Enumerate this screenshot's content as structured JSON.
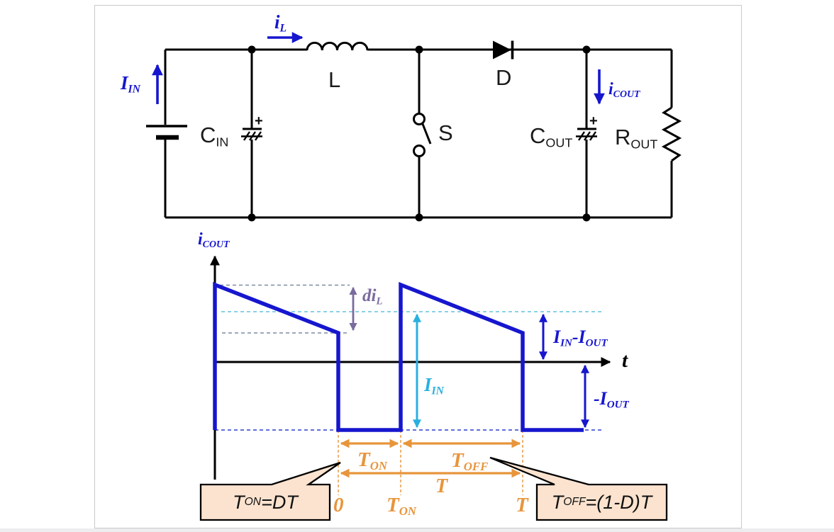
{
  "colors": {
    "accent_blue": "#1616cf",
    "cyan": "#29b0e0",
    "purple": "#7b6b9e",
    "orange": "#e8953c",
    "callout_fill": "#fbe3cf",
    "dashed_gray_blue": "#7d8ba1",
    "frame_border": "#c9c9c9",
    "wire_black": "#000000"
  },
  "circuit": {
    "source_current": [
      "I",
      "IN"
    ],
    "inductor_current": [
      "i",
      "L"
    ],
    "input_cap": [
      "C",
      "IN"
    ],
    "input_cap_polarity": "+",
    "inductor": "L",
    "switch": "S",
    "diode": "D",
    "output_cap_current": [
      "i",
      "COUT"
    ],
    "output_cap": [
      "C",
      "OUT"
    ],
    "output_cap_polarity": "+",
    "load": [
      "R",
      "OUT"
    ]
  },
  "graph": {
    "y_axis_label": [
      "i",
      "COUT"
    ],
    "x_axis_label": "t",
    "ripple_label": [
      "di",
      "L"
    ],
    "input_current_label": [
      "I",
      "IN"
    ],
    "high_level_label": [
      "I",
      "IN",
      "-I",
      "OUT"
    ],
    "low_level_label": [
      "-I",
      "OUT"
    ],
    "interval_on_label": [
      "T",
      "ON"
    ],
    "interval_off_label": [
      "T",
      "OFF"
    ],
    "period_label": "T",
    "tick_zero": "0",
    "tick_ton": [
      "T",
      "ON"
    ],
    "tick_t": "T",
    "callout_ton": [
      "T",
      "ON",
      "=DT"
    ],
    "callout_toff": [
      "T",
      "OFF",
      "=(1-D)T"
    ],
    "waveform_summary": {
      "type": "piecewise",
      "during_T_OFF": "i_COUT ramps down from I_IN-I_OUT+diL to I_IN-I_OUT (positive, slope -diL/T_OFF)",
      "during_T_ON": "i_COUT = -I_OUT (constant negative level)",
      "key_levels": [
        "I_IN-I_OUT",
        "-I_OUT"
      ],
      "ripple": "di_L",
      "period": "T = T_ON + T_OFF"
    }
  }
}
